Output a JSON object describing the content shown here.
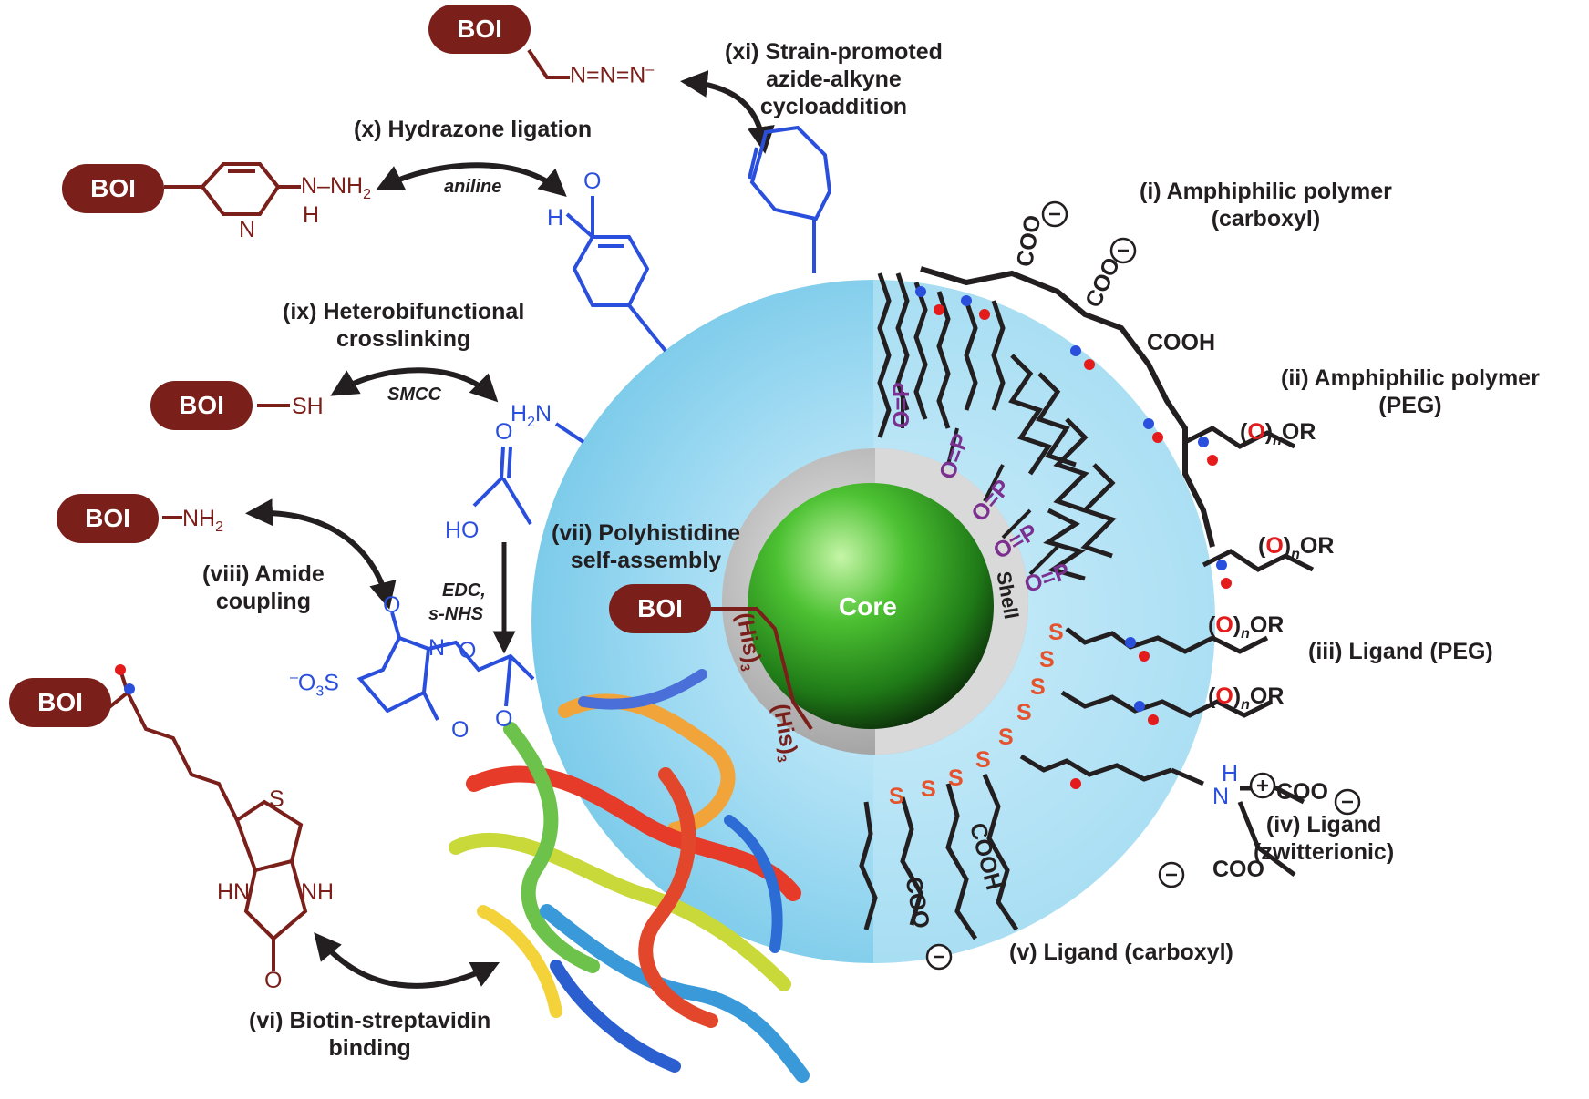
{
  "boi_label": "BOI",
  "core_label": "Core",
  "shell_label": "Shell",
  "labels": {
    "i": [
      "(i) Amphiphilic polymer",
      "(carboxyl)"
    ],
    "ii": [
      "(ii) Amphiphilic polymer",
      "(PEG)"
    ],
    "iii": "(iii) Ligand (PEG)",
    "iv": [
      "(iv) Ligand",
      "(zwitterionic)"
    ],
    "v": "(v) Ligand (carboxyl)",
    "vi": [
      "(vi) Biotin-streptavidin",
      "binding"
    ],
    "vii": [
      "(vii) Polyhistidine",
      "self-assembly"
    ],
    "viii": [
      "(viii) Amide",
      "coupling"
    ],
    "ix": [
      "(ix) Heterobifunctional",
      "crosslinking"
    ],
    "x": "(x) Hydrazone ligation",
    "xi": [
      "(xi) Strain-promoted",
      "azide-alkyne",
      "cycloaddition"
    ]
  },
  "reagents": {
    "aniline": "aniline",
    "smcc": "SMCC",
    "edc": "EDC,",
    "snhs": "s-NHS"
  },
  "chem": {
    "azide": "N=N=N",
    "hydrazine": "N–NH",
    "hydrazine_h": "H",
    "pyridine_n": "N",
    "aldehyde_h": "H",
    "aldehyde_o": "O",
    "thiol": "SH",
    "amine_blue": "H",
    "amine_n": "N",
    "amine_red": "NH",
    "carboxylic_ho": "HO",
    "carboxylic_o": "O",
    "sulfo": "O",
    "sulfo_s": "S",
    "nhs_n": "N",
    "nhs_o": "O",
    "his1": "(His)",
    "his2": "(His)",
    "biotin_s": "S",
    "biotin_hn": "HN",
    "biotin_nh": "NH",
    "biotin_o": "O",
    "coo": "COO",
    "cooh": "COOH",
    "or": "OR",
    "peg_o": "O",
    "peg_n": "n",
    "phosphine": "O=P",
    "s_atom": "S",
    "zw_h": "H",
    "zw_n": "N"
  },
  "colors": {
    "boi": "#7a1f1a",
    "blue_chem": "#2a4fdc",
    "sphere": "#8fd3ef",
    "shell": "#b5b5b5",
    "core": "#2fa51f",
    "s_atom": "#e5532e",
    "o_atom": "#e31b1b",
    "p_atom": "#7b2f8f"
  }
}
